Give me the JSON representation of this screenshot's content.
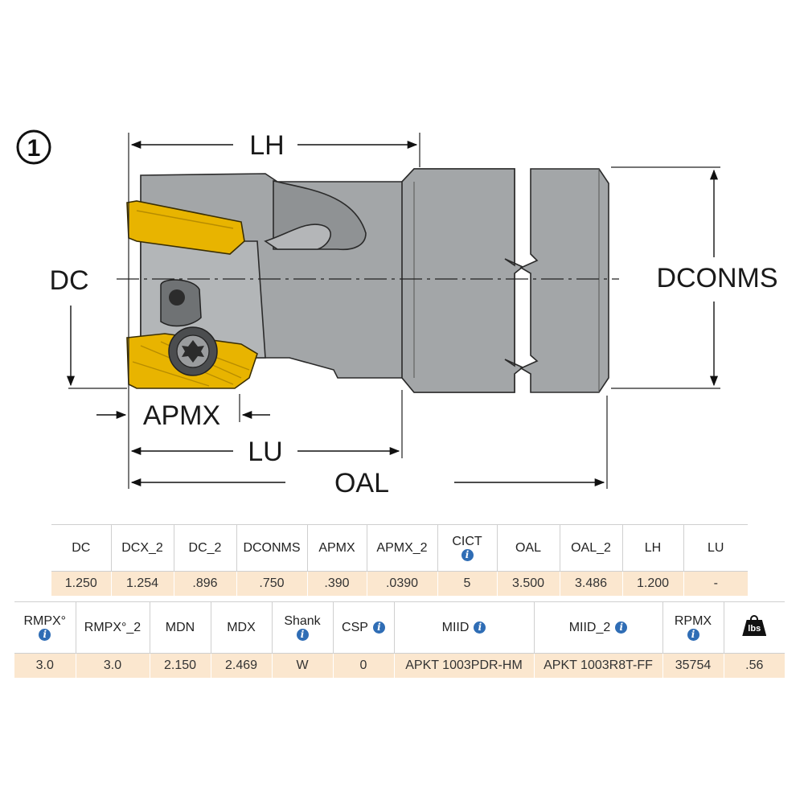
{
  "diagram": {
    "view_number": "1",
    "labels": {
      "lh": "LH",
      "dc": "DC",
      "dconms": "DCONMS",
      "apmx": "APMX",
      "lu": "LU",
      "oal": "OAL"
    }
  },
  "table1": {
    "headers": [
      "DC",
      "DCX_2",
      "DC_2",
      "DCONMS",
      "APMX",
      "APMX_2",
      "CICT",
      "OAL",
      "OAL_2",
      "LH",
      "LU"
    ],
    "info_headers": [
      "CICT"
    ],
    "values": [
      "1.250",
      "1.254",
      ".896",
      ".750",
      ".390",
      ".0390",
      "5",
      "3.500",
      "3.486",
      "1.200",
      "-"
    ]
  },
  "table2": {
    "headers": [
      "RMPX°",
      "RMPX°_2",
      "MDN",
      "MDX",
      "Shank",
      "CSP",
      "MIID",
      "MIID_2",
      "RPMX",
      "weight-icon"
    ],
    "info_headers": [
      "RMPX°",
      "Shank",
      "CSP",
      "MIID",
      "MIID_2",
      "RPMX"
    ],
    "weight_label": "lbs",
    "values": [
      "3.0",
      "3.0",
      "2.150",
      "2.469",
      "W",
      "0",
      "APKT 1003PDR-HM",
      "APKT 1003R8T-FF",
      "35754",
      ".56"
    ]
  },
  "colors": {
    "tool_body": "#a3a6a8",
    "insert": "#e8b400",
    "value_row": "#fbe7cf",
    "info_icon": "#2f6db5"
  }
}
